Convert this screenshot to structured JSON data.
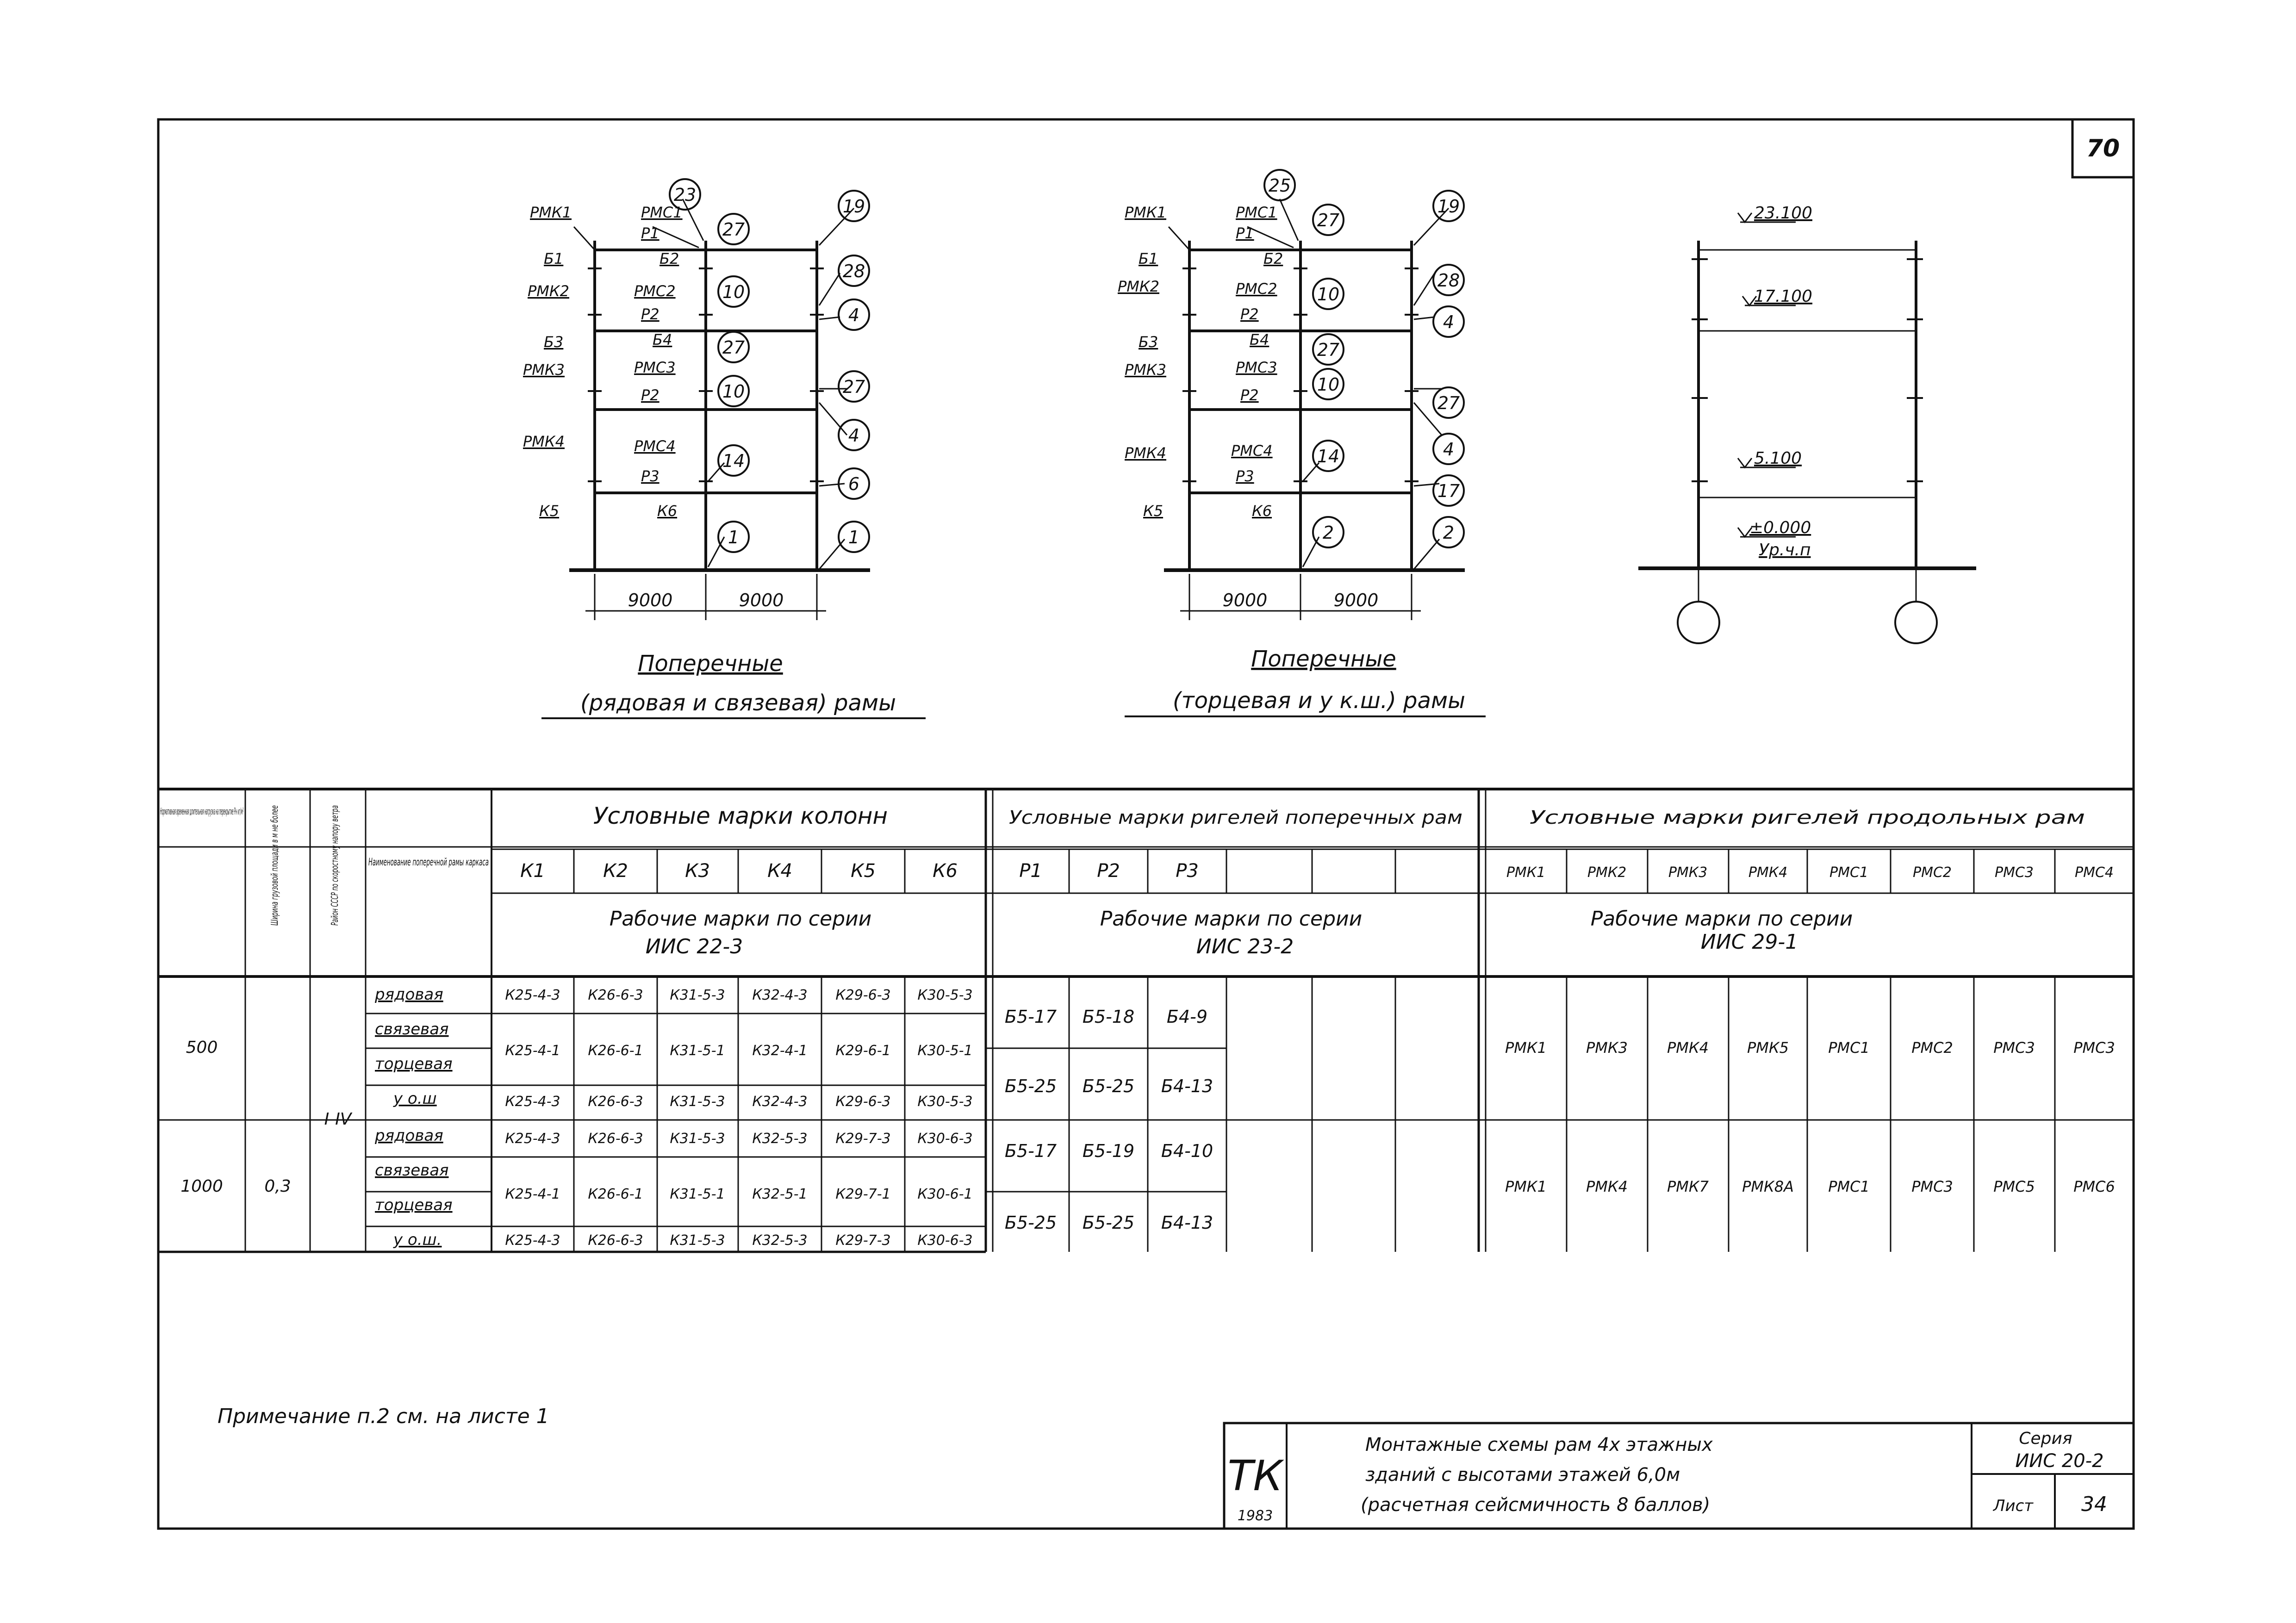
{
  "sheet": {
    "number": "70",
    "note": "Примечание  п.2  см. на  листе 1",
    "stamp": {
      "logo": "ТК",
      "year": "1983",
      "title_lines": [
        "Монтажные схемы рам 4х этажных",
        "зданий  с  высотами этажей  6,0м",
        "(расчетная  сейсмичность  8  баллов)"
      ],
      "series_label": "Серия",
      "series_value": "ИИС 20-2",
      "list_label": "Лист",
      "list_value": "34"
    }
  },
  "frame1": {
    "caption": [
      "Поперечные",
      "(рядовая и связевая) рамы"
    ],
    "dims": [
      "9000",
      "9000"
    ],
    "left_labels": [
      "РМК1",
      "Б1",
      "РМК2",
      "Б3",
      "РМК3",
      "РМК4",
      "К5"
    ],
    "mid_labels": [
      "РМС1",
      "Р1",
      "Б2",
      "РМС2",
      "Р2",
      "Б4",
      "РМС3",
      "Р2",
      "РМС4",
      "Р3",
      "К6"
    ],
    "circles_mid": [
      "23",
      "27",
      "10",
      "27",
      "10",
      "14",
      "1"
    ],
    "circles_right": [
      "19",
      "28",
      "4",
      "27",
      "4",
      "6",
      "1"
    ]
  },
  "frame2": {
    "caption": [
      "Поперечные",
      "(торцевая и у к.ш.) рамы"
    ],
    "dims": [
      "9000",
      "9000"
    ],
    "left_labels": [
      "РМК1",
      "Б1",
      "РМК2",
      "Б3",
      "РМК3",
      "РМК4",
      "К5"
    ],
    "mid_labels": [
      "РМС1",
      "Р1",
      "Б2",
      "РМС2",
      "Р2",
      "Б4",
      "РМС3",
      "Р2",
      "РМС4",
      "Р3",
      "К6"
    ],
    "circles_mid": [
      "25",
      "27",
      "10",
      "27",
      "10",
      "14",
      "2"
    ],
    "circles_right": [
      "19",
      "28",
      "4",
      "27",
      "4",
      "17",
      "2"
    ]
  },
  "frame3": {
    "levels": [
      "23.100",
      "17.100",
      "5.100",
      "±0.000"
    ],
    "ground_label": "Ур.ч.п"
  },
  "table": {
    "head_col1": "Нормативная временная длительная нагрузка на перекрытие Рн кг/м²",
    "head_col2": "Ширина грузовой площади в м не более",
    "head_col3": "Район СССР по скоростному напору ветра",
    "head_col4": "Наименование поперечной рамы каркаса",
    "group_columns": "Условные марки колонн",
    "group_girders_cross": "Условные марки ригелей поперечных рам",
    "group_girders_long": "Условные марки ригелей продольных рам",
    "col_marks": [
      "К1",
      "К2",
      "К3",
      "К4",
      "К5",
      "К6"
    ],
    "cross_marks": [
      "Р1",
      "Р2",
      "Р3",
      "",
      "",
      ""
    ],
    "long_marks": [
      "РМК1",
      "РМК2",
      "РМК3",
      "РМК4",
      "РМС1",
      "РМС2",
      "РМС3",
      "РМС4"
    ],
    "work_columns": [
      "Рабочие  марки  по  серии",
      "ИИС 22-3"
    ],
    "work_cross": [
      "Рабочие  марки  по  серии",
      "ИИС 23-2"
    ],
    "work_long": [
      "Рабочие  марки  по  серии",
      "ИИС 29-1"
    ],
    "load_values": [
      "500",
      "1000"
    ],
    "width_value": "0,3",
    "region_value": "I-IV",
    "frame_names": [
      "рядовая",
      "связевая",
      "торцевая",
      "у о.ш",
      "рядовая",
      "связевая",
      "торцевая",
      "у о.ш."
    ],
    "column_rows": [
      [
        "К25-4-3",
        "К26-6-3",
        "К31-5-3",
        "К32-4-3",
        "К29-6-3",
        "К30-5-3"
      ],
      [
        "К25-4-1",
        "К26-6-1",
        "К31-5-1",
        "К32-4-1",
        "К29-6-1",
        "К30-5-1"
      ],
      [
        "",
        "",
        "",
        "",
        "",
        ""
      ],
      [
        "К25-4-3",
        "К26-6-3",
        "К31-5-3",
        "К32-4-3",
        "К29-6-3",
        "К30-5-3"
      ],
      [
        "К25-4-3",
        "К26-6-3",
        "К31-5-3",
        "К32-5-3",
        "К29-7-3",
        "К30-6-3"
      ],
      [
        "К25-4-1",
        "К26-6-1",
        "К31-5-1",
        "К32-5-1",
        "К29-7-1",
        "К30-6-1"
      ],
      [
        "",
        "",
        "",
        "",
        "",
        ""
      ],
      [
        "К25-4-3",
        "К26-6-3",
        "К31-5-3",
        "К32-5-3",
        "К29-7-3",
        "К30-6-3"
      ]
    ],
    "girder_rows": [
      [
        "Б5-17",
        "Б5-18",
        "Б4-9"
      ],
      [
        "Б5-25",
        "Б5-25",
        "Б4-13"
      ],
      [
        "Б5-17",
        "Б5-19",
        "Б4-10"
      ],
      [
        "Б5-25",
        "Б5-25",
        "Б4-13"
      ]
    ],
    "long_rows": [
      [
        "РМК1",
        "РМК3",
        "РМК4",
        "РМК5",
        "РМС1",
        "РМС2",
        "РМС3",
        "РМС3"
      ],
      [
        "РМК1",
        "РМК4",
        "РМК7",
        "РМК8А",
        "РМС1",
        "РМС3",
        "РМС5",
        "РМС6"
      ]
    ]
  }
}
